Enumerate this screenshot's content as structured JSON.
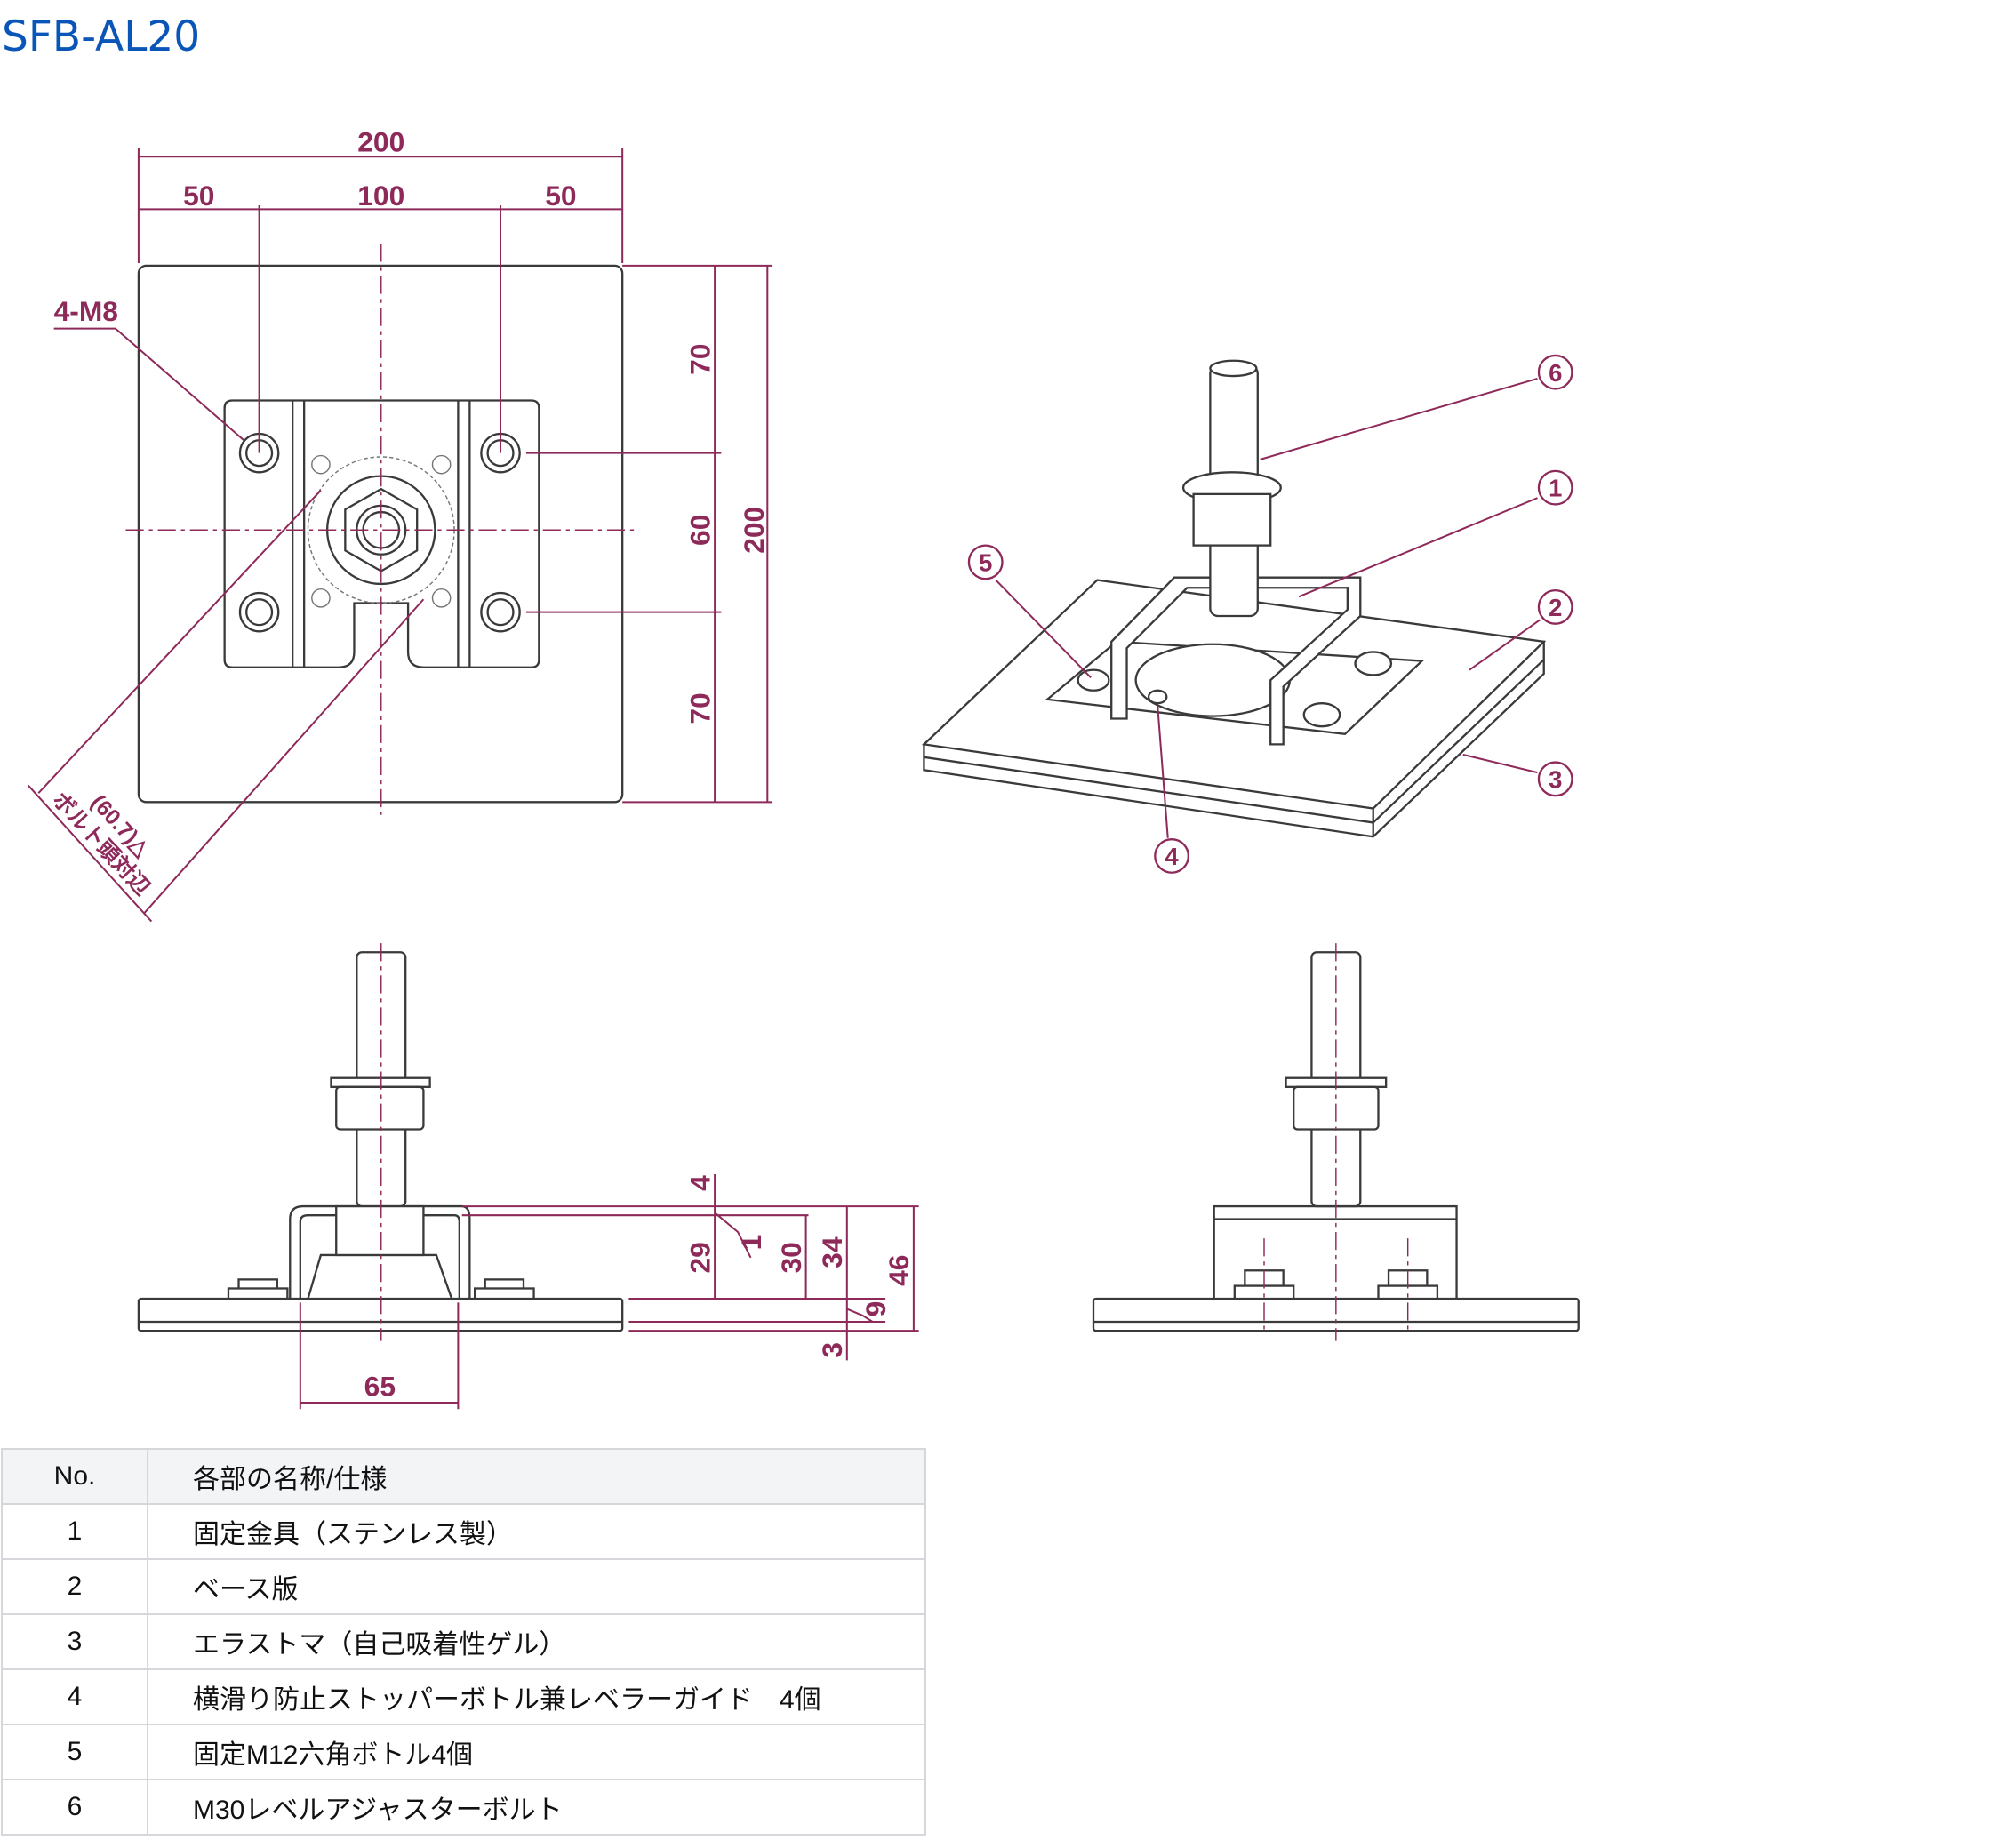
{
  "title": "SFB-AL20",
  "top_view": {
    "dim_total_width": "200",
    "dim_left": "50",
    "dim_center": "100",
    "dim_right": "50",
    "dim_v_top": "70",
    "dim_v_mid": "60",
    "dim_v_bottom": "70",
    "dim_total_height": "200",
    "hole_label": "4-M8",
    "bolt_head_dim": "(60.7)△",
    "bolt_head_note": "ボルト頭対辺"
  },
  "iso_view": {
    "callouts": [
      "6",
      "1",
      "5",
      "2",
      "3",
      "4"
    ]
  },
  "front_view": {
    "dim_65": "65",
    "dim_4": "4",
    "dim_29": "29",
    "dim_1": "1",
    "dim_30": "30",
    "dim_34": "34",
    "dim_46": "46",
    "dim_9": "9",
    "dim_3": "3"
  },
  "table": {
    "headers": [
      "No.",
      "各部の名称/仕様"
    ],
    "rows": [
      [
        "1",
        "固定金具（ステンレス製）"
      ],
      [
        "2",
        "ベース版"
      ],
      [
        "3",
        "エラストマ（自己吸着性ゲル）"
      ],
      [
        "4",
        "横滑り防止ストッパーボトル兼レベラーガイド　4個"
      ],
      [
        "5",
        "固定M12六角ボトル4個"
      ],
      [
        "6",
        "M30レベルアジャスターボルト"
      ]
    ]
  }
}
